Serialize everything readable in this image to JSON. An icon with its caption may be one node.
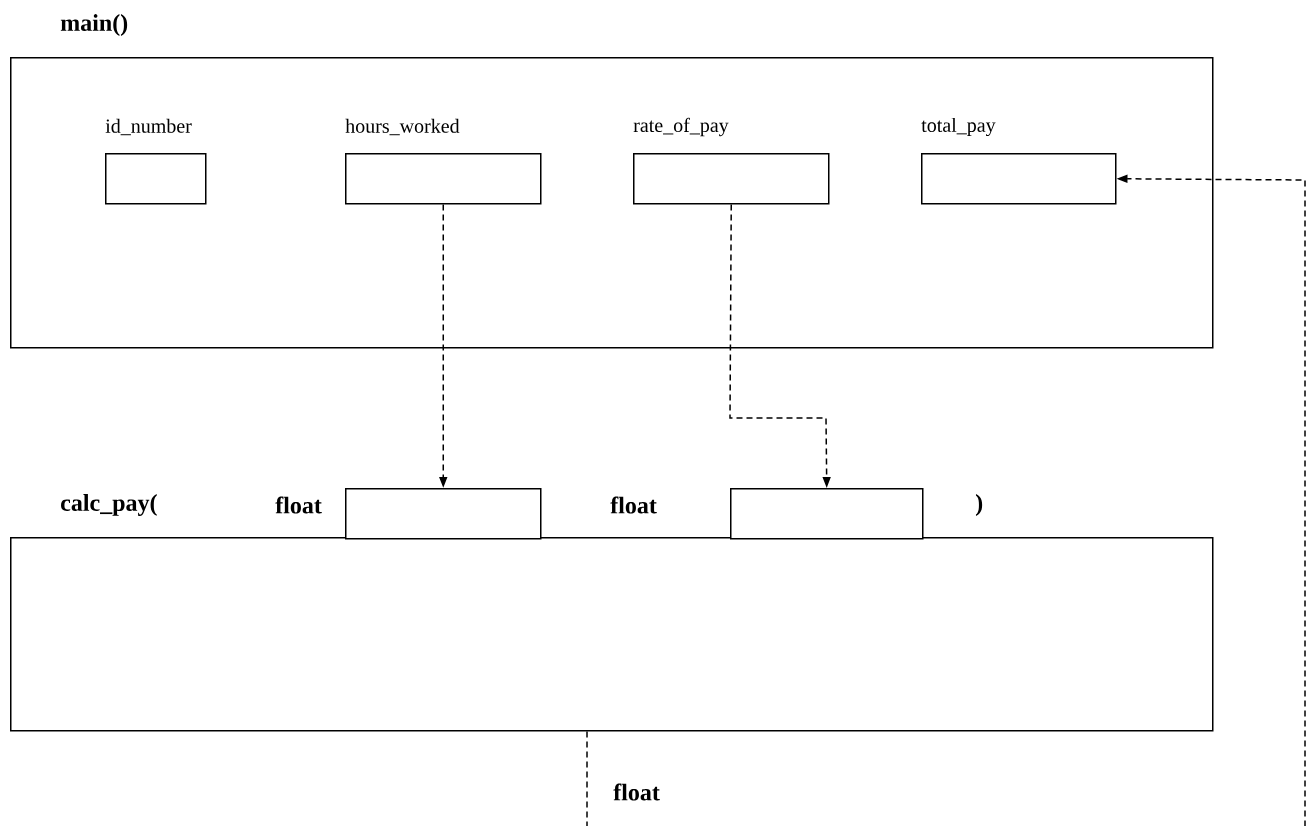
{
  "diagram": {
    "nodes": [
      {
        "text": [
          "main()"
        ]
      },
      {
        "text": [
          "id_number"
        ],
        "in": 0
      },
      {
        "text": [
          "hours_worked"
        ],
        "in": 0
      },
      {
        "text": [
          "rate_of_pay"
        ],
        "in": 0
      },
      {
        "text": [
          "total_pay"
        ],
        "in": 0
      },
      {
        "text": [
          "calc_pay("
        ]
      },
      {
        "text": [],
        "shape": "box"
      },
      {
        "text": [],
        "shape": "box"
      }
    ],
    "edges": [
      {
        "from": 2,
        "to": 6,
        "arrow": "to",
        "style": "dashed"
      },
      {
        "from": 3,
        "to": 7,
        "arrow": "to",
        "style": "dashed"
      },
      {
        "from": 5,
        "to": 4,
        "arrow": "to",
        "style": "dashed",
        "label": "float"
      }
    ],
    "labels": [
      "float",
      "float",
      ")"
    ]
  }
}
